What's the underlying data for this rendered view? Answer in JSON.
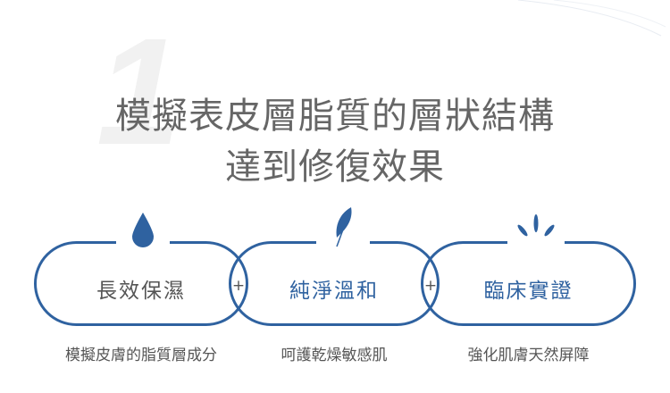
{
  "hero": {
    "number": "1",
    "line1": "模擬表皮層脂質的層狀結構",
    "line2": "達到修復效果"
  },
  "features": [
    {
      "label": "長效保濕",
      "desc": "模擬皮膚的脂質層成分",
      "icon": "water-drop-icon"
    },
    {
      "label": "純淨溫和",
      "desc": "呵護乾燥敏感肌",
      "icon": "feather-icon"
    },
    {
      "label": "臨床實證",
      "desc": "強化肌膚天然屏障",
      "icon": "sparkle-icon"
    }
  ],
  "plus": "+",
  "colors": {
    "accent": "#2f62a0",
    "text": "#666666"
  }
}
